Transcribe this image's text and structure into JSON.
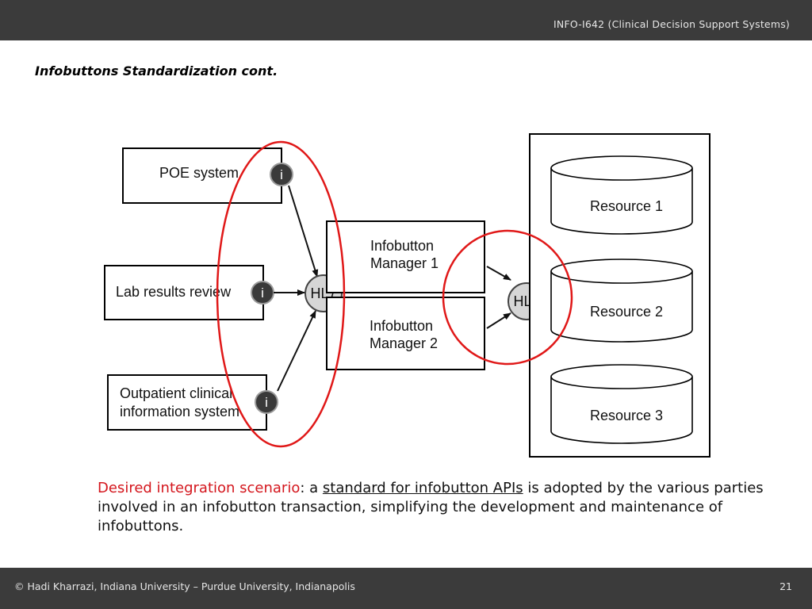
{
  "header": {
    "course_title": "INFO-I642 (Clinical Decision Support Systems)"
  },
  "slide": {
    "title": "Infobuttons Standardization cont."
  },
  "diagram": {
    "systems": [
      {
        "lines": [
          "POE system"
        ]
      },
      {
        "lines": [
          "Lab results review"
        ]
      },
      {
        "lines": [
          "Outpatient clinical",
          "information system"
        ]
      }
    ],
    "info_icon_glyph": "i",
    "hl7_label": "HL7",
    "managers": [
      {
        "lines": [
          "Infobutton",
          "Manager 1"
        ]
      },
      {
        "lines": [
          "Infobutton",
          "Manager 2"
        ]
      }
    ],
    "resources": [
      "Resource 1",
      "Resource 2",
      "Resource 3"
    ],
    "colors": {
      "highlight": "#e01818"
    }
  },
  "caption": {
    "highlight": "Desired integration scenario",
    "connector": ": a ",
    "underlined": "standard for infobutton APIs",
    "rest": " is adopted by the various parties involved in an infobutton transaction, simplifying the development and maintenance of infobuttons.",
    "highlight_color": "#d4161d"
  },
  "footer": {
    "text": "© Hadi Kharrazi, Indiana University – Purdue University, Indianapolis",
    "page_number": "21"
  }
}
